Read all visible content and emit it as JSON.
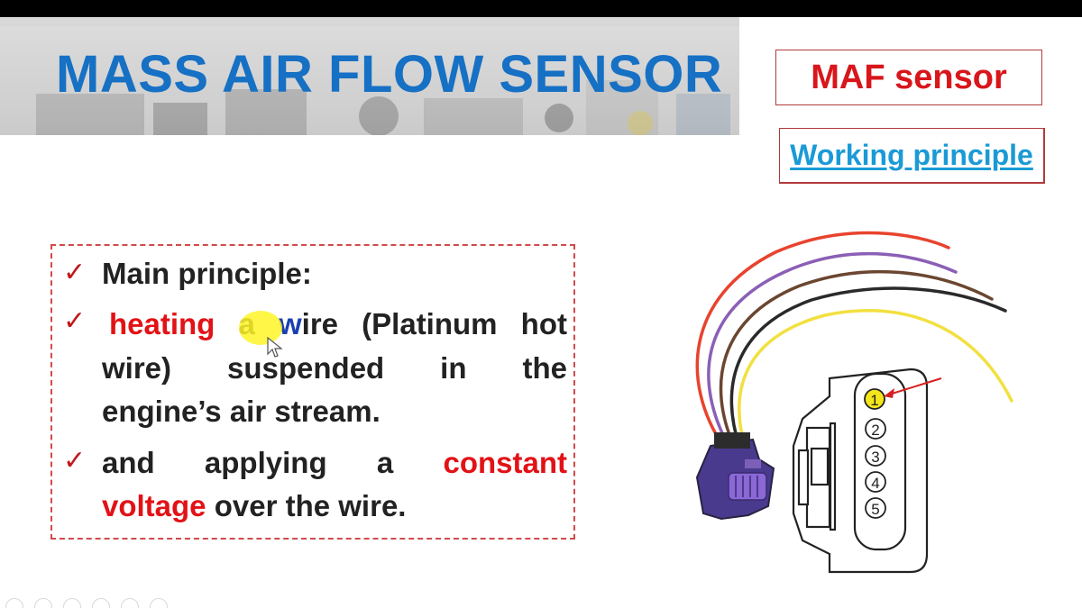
{
  "slide": {
    "title": "MASS AIR FLOW SENSOR",
    "tag_maf": "MAF sensor",
    "tag_working": "Working principle"
  },
  "principle": {
    "check_mark": "✓",
    "line1": "Main principle:",
    "line2": {
      "w1": "heating",
      "w2": "a",
      "w3_hl": "w",
      "w3_rest": "ire",
      "w4": "(Platinum",
      "w5": "hot"
    },
    "line3": {
      "w1": "wire)",
      "w2": "suspended",
      "w3": "in",
      "w4": "the"
    },
    "line4": "engine’s air stream.",
    "line5": {
      "w1": "and",
      "w2": "applying",
      "w3": "a",
      "w4": "constant"
    },
    "line6": {
      "w1": "voltage",
      "rest": "over the wire."
    }
  },
  "connector": {
    "pins": [
      "1",
      "2",
      "3",
      "4",
      "5"
    ],
    "wire_colors": [
      "#e8432e",
      "#8b5fb6",
      "#6b4630",
      "#2a2a2a",
      "#f2e040"
    ],
    "highlight_pin": "1",
    "housing_color": "#4a3a8e",
    "arrow_color": "#d62020"
  },
  "colors": {
    "title_blue": "#1670c4",
    "accent_red": "#e21216",
    "link_blue": "#1a9ad6"
  }
}
